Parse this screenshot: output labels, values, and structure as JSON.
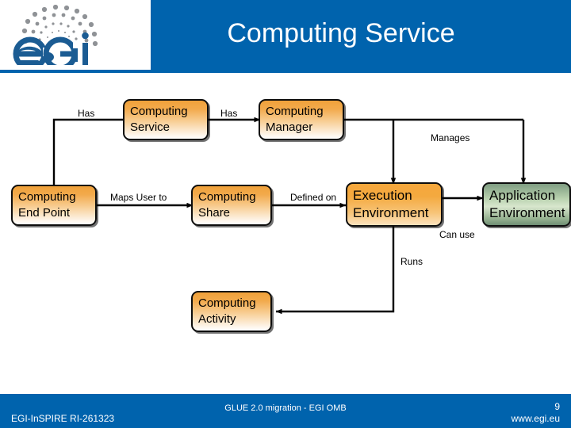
{
  "slide": {
    "title": "Computing Service",
    "brand_blue": "#0063ad",
    "node_orange": "#f2a63c",
    "node_green": "#9cbf9a"
  },
  "logo": {
    "wordmark": "egi",
    "alt": "EGI logo"
  },
  "diagram": {
    "nodes": [
      {
        "id": "computing-service",
        "line1": "Computing",
        "line2": "Service",
        "color": "orange"
      },
      {
        "id": "computing-manager",
        "line1": "Computing",
        "line2": "Manager",
        "color": "orange"
      },
      {
        "id": "computing-end-point",
        "line1": "Computing",
        "line2": "End Point",
        "color": "orange"
      },
      {
        "id": "computing-share",
        "line1": "Computing",
        "line2": "Share",
        "color": "orange"
      },
      {
        "id": "execution-environment",
        "line1": "Execution",
        "line2": "Environment",
        "color": "orange"
      },
      {
        "id": "application-environment",
        "line1": "Application",
        "line2": "Environment",
        "color": "green"
      },
      {
        "id": "computing-activity",
        "line1": "Computing",
        "line2": "Activity",
        "color": "orange"
      }
    ],
    "edges": [
      {
        "id": "has-endpoint",
        "label": "Has",
        "from": "computing-service",
        "to": "computing-end-point"
      },
      {
        "id": "has-manager",
        "label": "Has",
        "from": "computing-service",
        "to": "computing-manager"
      },
      {
        "id": "maps-user-to",
        "label": "Maps User to",
        "from": "computing-end-point",
        "to": "computing-share"
      },
      {
        "id": "defined-on",
        "label": "Defined on",
        "from": "computing-share",
        "to": "execution-environment"
      },
      {
        "id": "manages",
        "label": "Manages",
        "from": "computing-manager",
        "to": "application-environment"
      },
      {
        "id": "can-use",
        "label": "Can use",
        "from": "execution-environment",
        "to": "application-environment"
      },
      {
        "id": "runs",
        "label": "Runs",
        "from": "execution-environment",
        "to": "computing-activity"
      }
    ]
  },
  "footer": {
    "left": "EGI-InSPIRE RI-261323",
    "center": "GLUE 2.0 migration - EGI OMB",
    "page_number": "9",
    "url": "www.egi.eu"
  }
}
